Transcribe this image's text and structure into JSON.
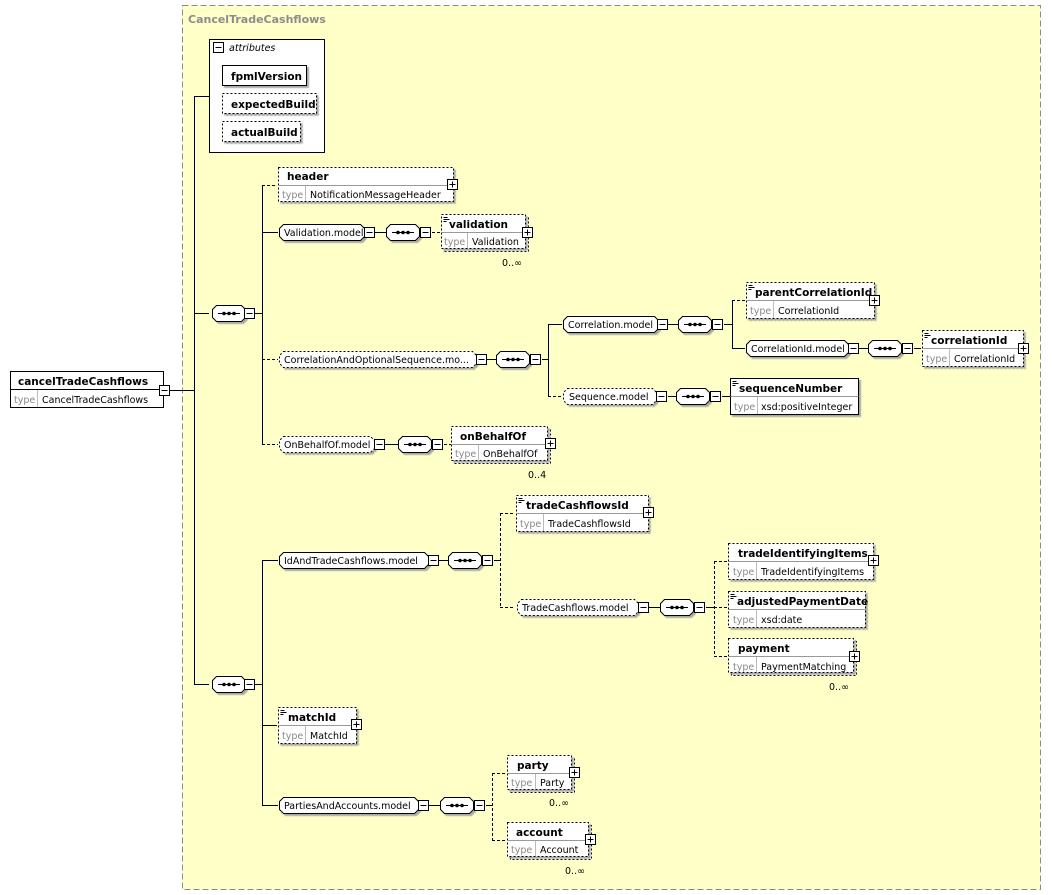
{
  "container_title": "CancelTradeCashflows",
  "attributes_label": "attributes",
  "type_prefix": "type",
  "root": {
    "name": "cancelTradeCashflows",
    "type": "CancelTradeCashflows"
  },
  "attributes": [
    "fpmlVersion",
    "expectedBuild",
    "actualBuild"
  ],
  "elements": {
    "header": {
      "name": "header",
      "type": "NotificationMessageHeader"
    },
    "validation": {
      "name": "validation",
      "type": "Validation",
      "card": "0..∞"
    },
    "parentCorrelationId": {
      "name": "parentCorrelationId",
      "type": "CorrelationId"
    },
    "correlationId": {
      "name": "correlationId",
      "type": "CorrelationId"
    },
    "sequenceNumber": {
      "name": "sequenceNumber",
      "type": "xsd:positiveInteger"
    },
    "onBehalfOf": {
      "name": "onBehalfOf",
      "type": "OnBehalfOf",
      "card": "0..4"
    },
    "tradeCashflowsId": {
      "name": "tradeCashflowsId",
      "type": "TradeCashflowsId"
    },
    "tradeIdentifyingItems": {
      "name": "tradeIdentifyingItems",
      "type": "TradeIdentifyingItems"
    },
    "adjustedPaymentDate": {
      "name": "adjustedPaymentDate",
      "type": "xsd:date"
    },
    "payment": {
      "name": "payment",
      "type": "PaymentMatching",
      "card": "0..∞"
    },
    "matchId": {
      "name": "matchId",
      "type": "MatchId"
    },
    "party": {
      "name": "party",
      "type": "Party",
      "card": "0..∞"
    },
    "account": {
      "name": "account",
      "type": "Account",
      "card": "0..∞"
    }
  },
  "groups": {
    "validation_model": "Validation.model",
    "correlation_seq": "CorrelationAndOptionalSequence.mo...",
    "correlation_model": "Correlation.model",
    "correlationid_model": "CorrelationId.model",
    "sequence_model": "Sequence.model",
    "onbehalfof_model": "OnBehalfOf.model",
    "idandtrade_model": "IdAndTradeCashflows.model",
    "tradecashflows_model": "TradeCashflows.model",
    "parties_model": "PartiesAndAccounts.model"
  }
}
